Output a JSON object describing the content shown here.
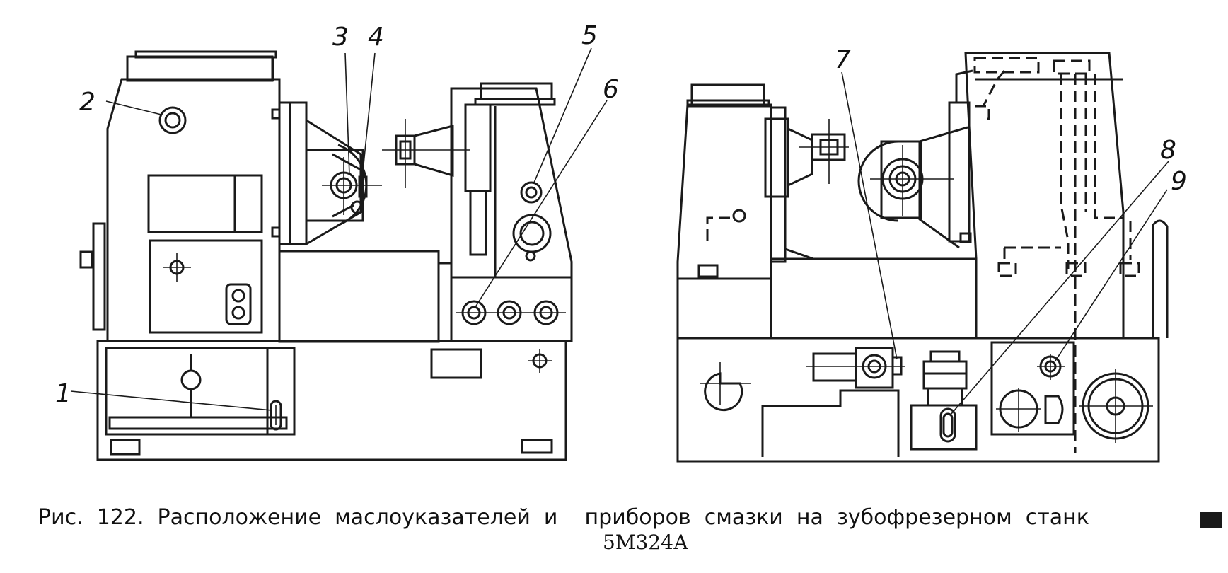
{
  "figure": {
    "labels": [
      "1",
      "2",
      "3",
      "4",
      "5",
      "6",
      "7",
      "8",
      "9"
    ],
    "caption_line1": "Рис.  122.  Расположение  маслоуказателей  и    приборов  смазки  на  зубофрезерном  станк",
    "caption_line2": "5М324А"
  }
}
